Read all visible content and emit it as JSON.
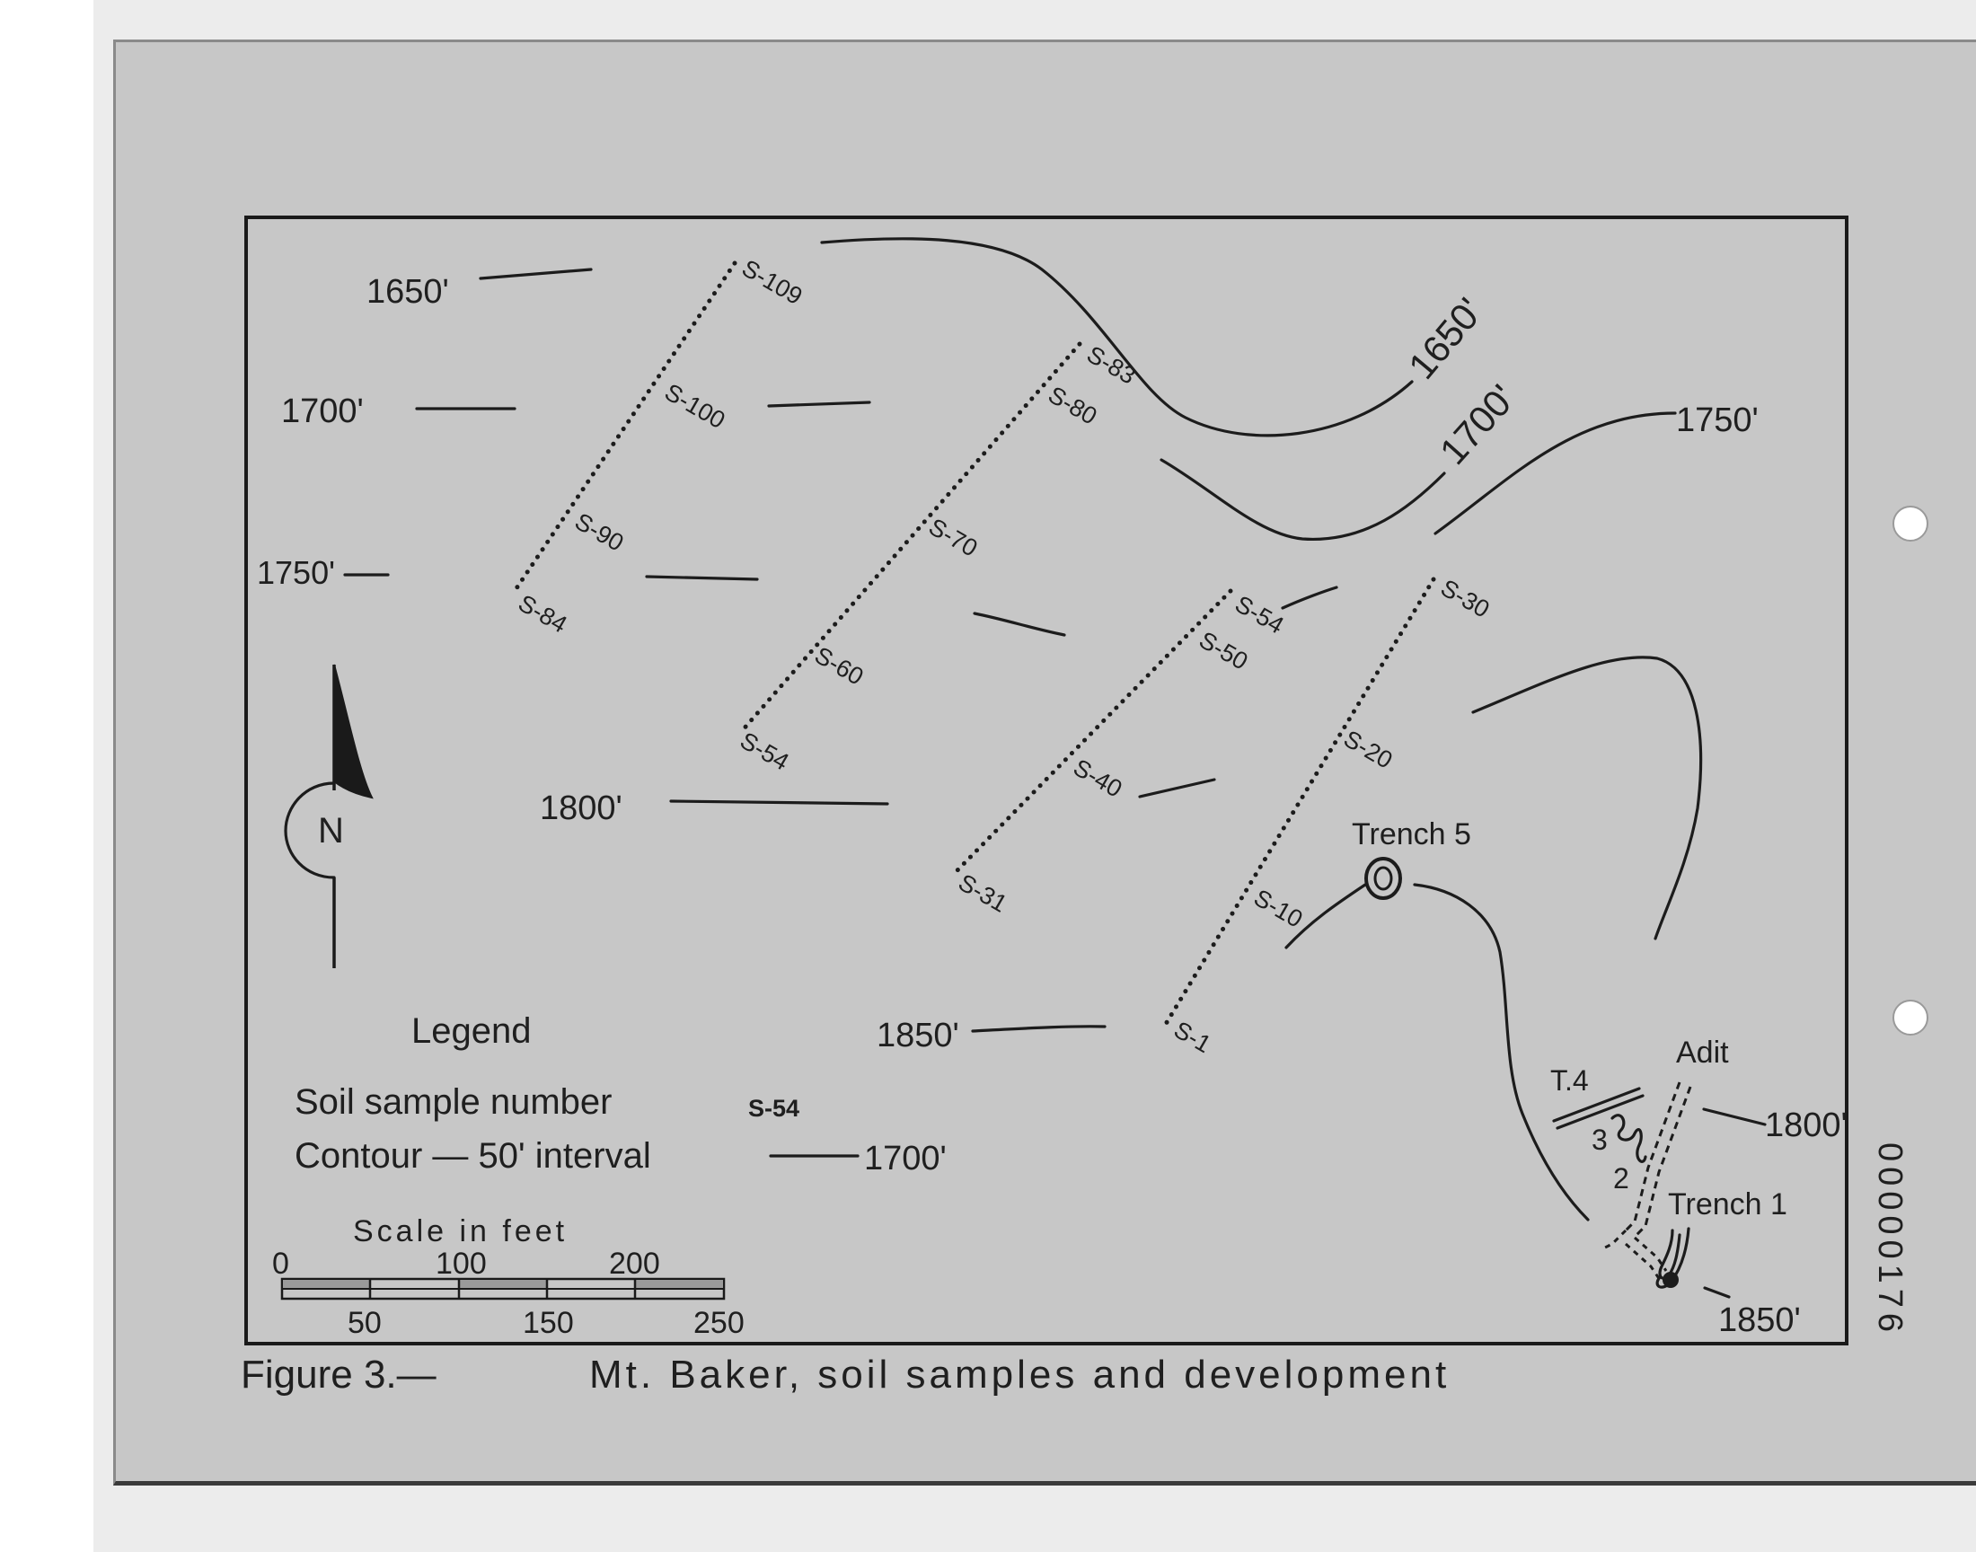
{
  "figure": {
    "number": "Figure 3.—",
    "caption": "Mt. Baker, soil samples and development"
  },
  "archive_stamp": "00000176",
  "contours": [
    {
      "label": "1650'"
    },
    {
      "label": "1700'"
    },
    {
      "label": "1750'"
    },
    {
      "label": "1800'"
    },
    {
      "label": "1850'"
    }
  ],
  "contour_labels_left": {
    "c1650": "1650'",
    "c1700": "1700'",
    "c1750": "1750'",
    "c1800": "1800'",
    "c1850": "1850'"
  },
  "contour_labels_right": {
    "c1650": "1650'",
    "c1700": "1700'",
    "c1750": "1750'",
    "c1800": "1800'",
    "c1850": "1850'"
  },
  "samples": {
    "s109": "S-109",
    "s100": "S-100",
    "s90": "S-90",
    "s84": "S-84",
    "s83": "S-83",
    "s80": "S-80",
    "s70": "S-70",
    "s60": "S-60",
    "s54a": "S-54",
    "s54b": "S-54",
    "s50": "S-50",
    "s40": "S-40",
    "s31": "S-31",
    "s30": "S-30",
    "s20": "S-20",
    "s10": "S-10",
    "s1": "S-1"
  },
  "workings": {
    "trench5": "Trench 5",
    "trench1": "Trench 1",
    "t4": "T.4",
    "adit": "Adit",
    "n3": "3",
    "n2": "2"
  },
  "north_arrow": {
    "letter": "N",
    "icon": "north-arrow-icon"
  },
  "legend": {
    "title": "Legend",
    "soil_sample_label": "Soil sample number",
    "soil_sample_symbol": "S-54",
    "contour_label": "Contour — 50' interval",
    "contour_symbol_value": "1700'"
  },
  "scale": {
    "title": "Scale in feet",
    "top_ticks": [
      "0",
      "100",
      "200"
    ],
    "bottom_ticks": [
      "50",
      "150",
      "250"
    ]
  }
}
